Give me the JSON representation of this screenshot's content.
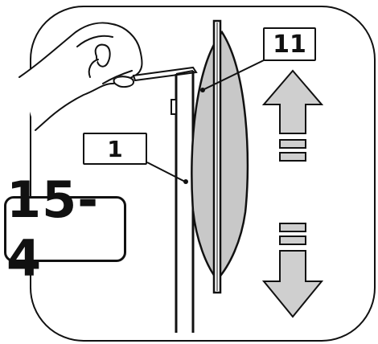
{
  "step_label": "15-4",
  "callouts": {
    "panel": "1",
    "cushion": "11"
  },
  "arrows": {
    "up": "up-arrow-icon",
    "down": "down-arrow-icon"
  },
  "colors": {
    "cushion_fill": "#c8c8c8",
    "arrow_fill": "#cfcfcf",
    "outline": "#111111",
    "background": "#ffffff"
  }
}
